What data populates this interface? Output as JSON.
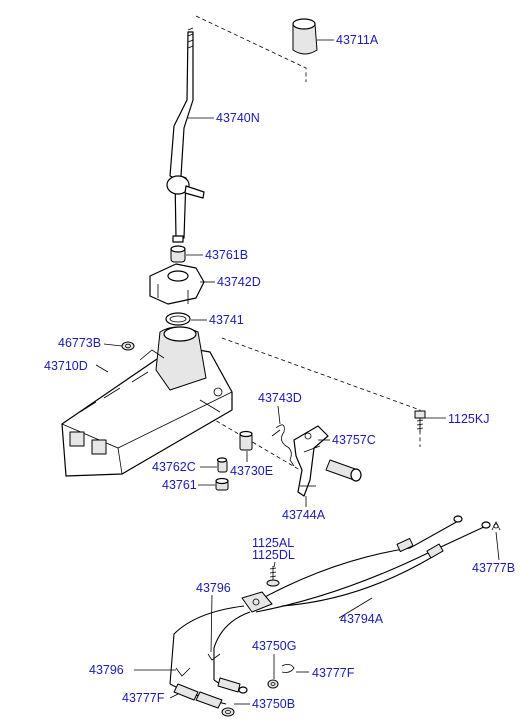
{
  "labels": {
    "knob": "43711A",
    "lever": "43740N",
    "bushing": "43761B",
    "lever_housing": "43742D",
    "oring": "43741",
    "grommet": "46773B",
    "base_assembly": "43710D",
    "spring": "43743D",
    "bolt_top": "1125KJ",
    "select_lever": "43757C",
    "pin_small": "43762C",
    "sleeve": "43730E",
    "bushing_small": "43761",
    "bracket_lever": "43744A",
    "bolt_a": "1125AL",
    "bolt_b": "1125DL",
    "clip_right": "43777B",
    "cable_clip_upper": "43796",
    "cable_assembly": "43794A",
    "cable_clip_lower": "43796",
    "washer": "43750G",
    "clip_mid": "43777F",
    "clip_left": "43777F",
    "washer_end": "43750B"
  }
}
